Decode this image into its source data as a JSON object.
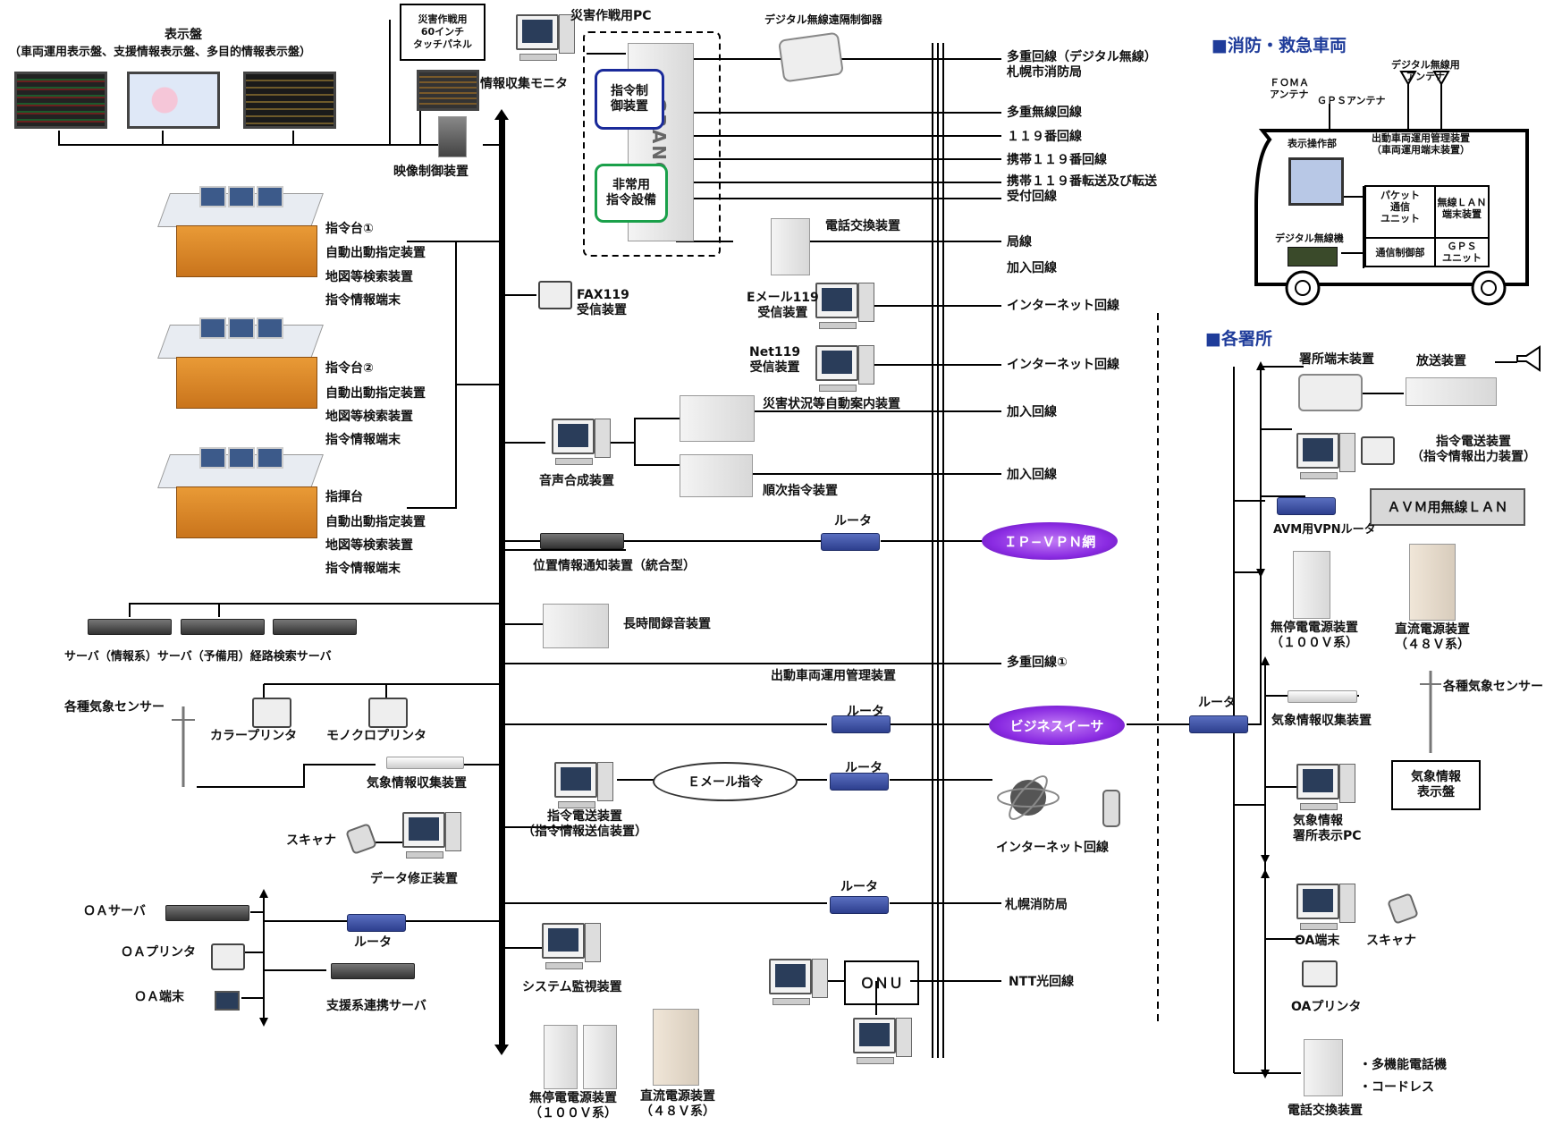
{
  "left": {
    "display_board_title": "表示盤",
    "display_board_sub": "（車両運用表示盤、支援情報表示盤、多目的情報表示盤）",
    "disaster_panel": [
      "災害作戦用",
      "60インチ",
      "タッチパネル"
    ],
    "disaster_pc": "災害作戦用PC",
    "info_monitor": "情報収集モニタ",
    "video_ctrl": "映像制御装置",
    "cmd_ctrl": [
      "指令制",
      "御装置"
    ],
    "emergency": [
      "非常用",
      "指令設備"
    ],
    "grancast": "GRANCAST",
    "console1": [
      "指令台①",
      "自動出動指定装置",
      "地図等検索装置",
      "指令情報端末"
    ],
    "console2": [
      "指令台②",
      "自動出動指定装置",
      "地図等検索装置",
      "指令情報端末"
    ],
    "console3": [
      "指揮台",
      "自動出動指定装置",
      "地図等検索装置",
      "指令情報端末"
    ],
    "servers": "サーバ（情報系）サーバ（予備用）経路検索サーバ",
    "weather_sensor": "各種気象センサー",
    "color_printer": "カラープリンタ",
    "mono_printer": "モノクロプリンタ",
    "weather_collect": "気象情報収集装置",
    "scanner": "スキャナ",
    "data_fix": "データ修正装置",
    "oa_server": "ＯＡサーバ",
    "oa_printer": "ＯＡプリンタ",
    "oa_terminal": "ＯＡ端末",
    "router": "ルータ",
    "support_server": "支援系連携サーバ"
  },
  "center": {
    "digital_remote": "デジタル無線遠隔制御器",
    "phone_exchange": "電話交換装置",
    "fax119": [
      "FAX119",
      "受信装置"
    ],
    "email119": [
      "Eメール119",
      "受信装置"
    ],
    "net119": [
      "Net119",
      "受信装置"
    ],
    "disaster_guide": "災害状況等自動案内装置",
    "voice_synth": "音声合成装置",
    "sequential": "順次指令装置",
    "router": "ルータ",
    "position_notice": "位置情報通知装置（統合型）",
    "long_record": "長時間録音装置",
    "vehicle_mgmt": "出動車両運用管理装置",
    "email_cmd": "Ｅメール指令",
    "cmd_transmit": [
      "指令電送装置",
      "（指令情報送信装置）"
    ],
    "system_monitor": "システム監視装置",
    "ups": [
      "無停電電源装置",
      "（１００Ｖ系）"
    ],
    "dc_power": [
      "直流電源装置",
      "（４８Ｖ系）"
    ],
    "onu": "ＯＮＵ"
  },
  "lines": {
    "multi_digital": [
      "多重回線（デジタル無線）",
      "札幌市消防局"
    ],
    "multi_radio": "多重無線回線",
    "l119": "１１９番回線",
    "mobile119": "携帯１１９番回線",
    "mobile_forward": [
      "携帯１１９番転送及び転送",
      "受付回線"
    ],
    "local": "局線",
    "subscriber": "加入回線",
    "internet": "インターネット回線",
    "ipvpn": "ＩＰ−ＶＰＮ網",
    "multi1": "多重回線①",
    "business_ether": "ビジネスイーサ",
    "sapporo": "札幌消防局",
    "ntt": "NTT光回線"
  },
  "vehicle": {
    "title": "■消防・救急車両",
    "foma": [
      "ＦＯＭＡ",
      "アンテナ"
    ],
    "gps_ant": "ＧＰＳアンテナ",
    "digital_ant": [
      "デジタル無線用",
      "アンテナ"
    ],
    "display_op": "表示操作部",
    "mgmt": [
      "出動車両運用管理装置",
      "（車両運用端末装置）"
    ],
    "packet": [
      "パケット",
      "通信",
      "ユニット"
    ],
    "wlan": [
      "無線ＬＡＮ",
      "端末装置"
    ],
    "digital_radio": "デジタル無線機",
    "comm_ctrl": "通信制御部",
    "gps_unit": [
      "ＧＰＳ",
      "ユニット"
    ]
  },
  "station": {
    "title": "■各署所",
    "terminal": "署所端末装置",
    "broadcast": "放送装置",
    "cmd_transmit": [
      "指令電送装置",
      "（指令情報出力装置）"
    ],
    "avm_wlan": "ＡＶＭ用無線ＬＡＮ",
    "avm_router": "AVM用VPNルータ",
    "ups": [
      "無停電電源装置",
      "（１００Ｖ系）"
    ],
    "dc_power": [
      "直流電源装置",
      "（４８Ｖ系）"
    ],
    "router": "ルータ",
    "weather_collect": "気象情報収集装置",
    "weather_sensor": "各種気象センサー",
    "weather_pc": [
      "気象情報",
      "署所表示PC"
    ],
    "weather_board": [
      "気象情報",
      "表示盤"
    ],
    "oa_terminal": "OA端末",
    "scanner": "スキャナ",
    "oa_printer": "OAプリンタ",
    "multi_phone": "・多機能電話機",
    "cordless": "・コードレス",
    "phone_exchange": "電話交換装置"
  }
}
